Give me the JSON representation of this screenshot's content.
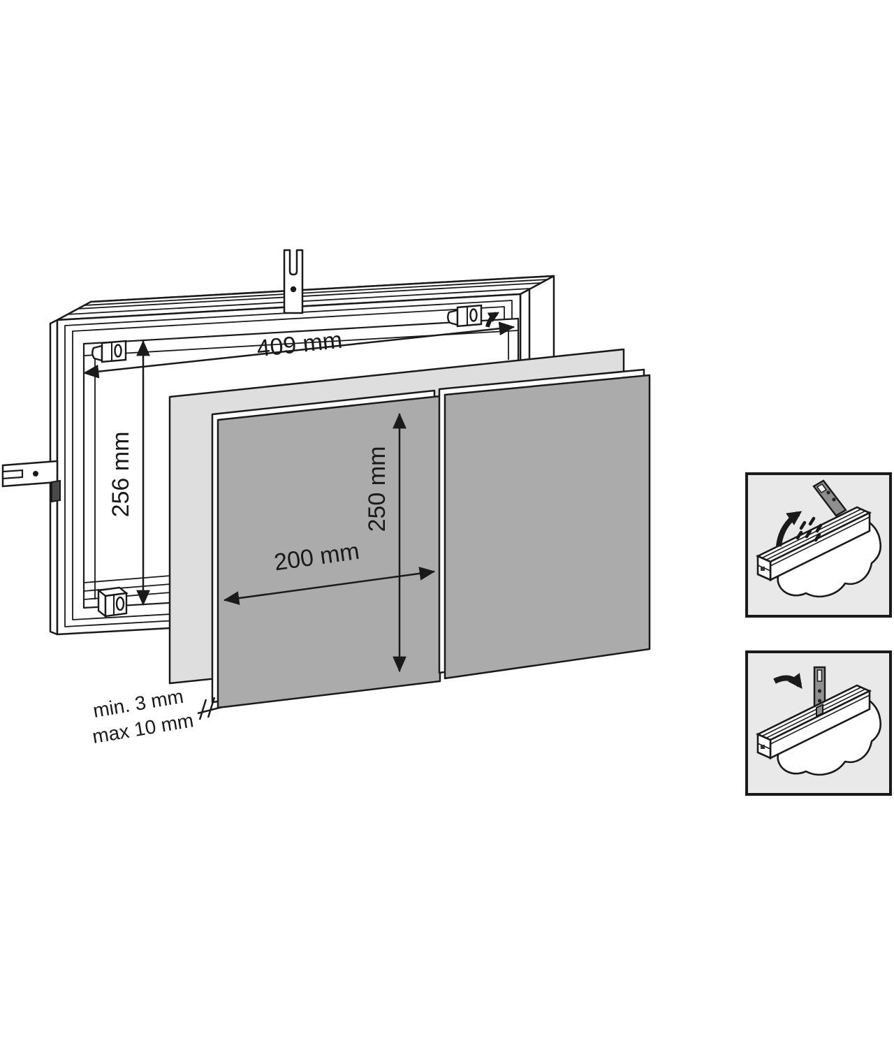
{
  "diagram": {
    "title": "frame-panel-exploded-view",
    "dimensions": {
      "frame_width": "409 mm",
      "frame_height": "256 mm",
      "panel_height": "250 mm",
      "panel_width": "200 mm",
      "gap_min": "min. 3 mm",
      "gap_max": "max 10 mm"
    },
    "colors": {
      "line": "#1a1a1a",
      "panel_gray": "#ababab",
      "sheet_gray": "#dedede",
      "inset_bg": "#e9e9e9",
      "bracket_gray": "#8f8f8f",
      "background": "#ffffff"
    },
    "insets": [
      {
        "name": "detail-tilt-bracket-out"
      },
      {
        "name": "detail-insert-bracket"
      }
    ]
  }
}
